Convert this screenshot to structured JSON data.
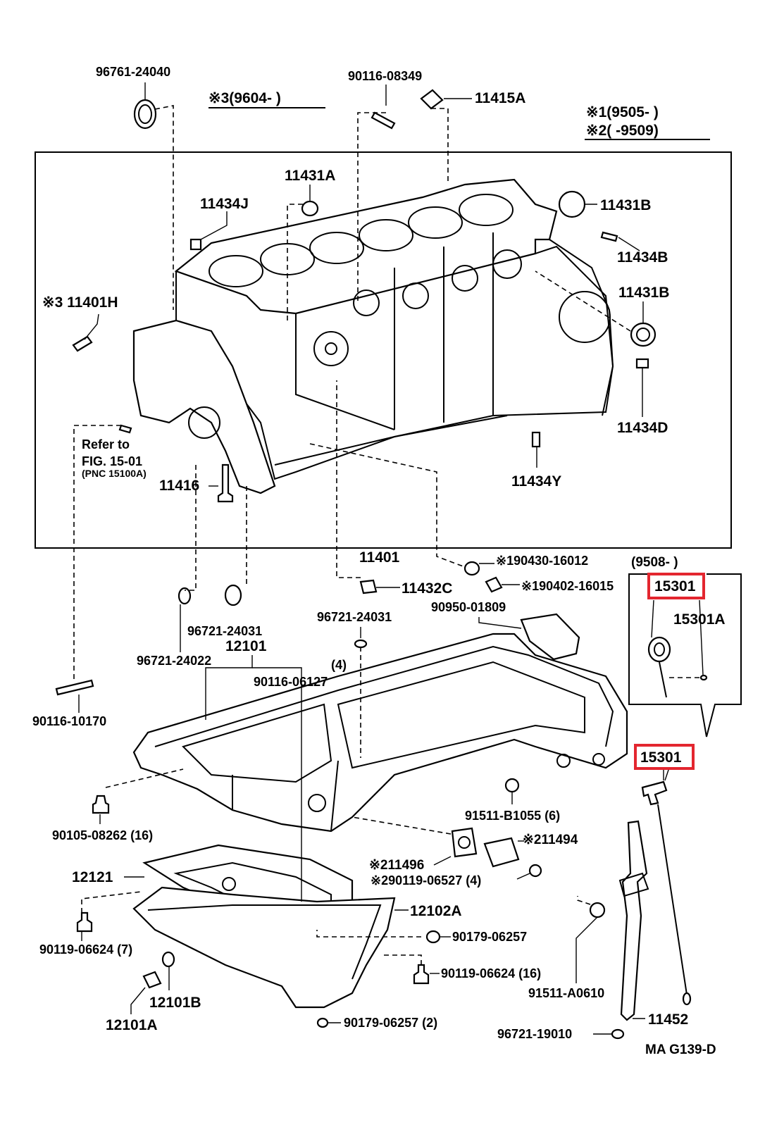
{
  "diagram": {
    "code": "MA G139-D",
    "highlight_color": "#e3262f",
    "notes": {
      "note3": "※3(9604-      )",
      "note1": "※1(9505-      )",
      "note2": "※2(      -9509)",
      "inset_range": "(9508-      )",
      "refer_line1": "Refer to",
      "refer_line2": "FIG. 15-01",
      "refer_line3": "(PNC 15100A)"
    },
    "labels": {
      "p96761_24040": "96761-24040",
      "p90116_08349": "90116-08349",
      "p11415A": "11415A",
      "p11431A": "11431A",
      "p11434J": "11434J",
      "p11431B_top": "11431B",
      "p11434B": "11434B",
      "p11431B_mid": "11431B",
      "p11401H": "※3 11401H",
      "p11434D": "11434D",
      "p11416": "11416",
      "p11434Y": "11434Y",
      "p11401": "11401",
      "p190430": "※190430-16012",
      "p190402": "※190402-16015",
      "p11432C": "11432C",
      "p15301_inset": "15301",
      "p15301A": "15301A",
      "p90950": "90950-01809",
      "p96721_24031_a": "96721-24031",
      "p96721_24031_b": "96721-24031",
      "p12101": "12101",
      "p96721_24022": "96721-24022",
      "p90116_06127": "90116-06127",
      "p90116_06127_qty": "(4)",
      "p90116_10170": "90116-10170",
      "p15301": "15301",
      "p91511_B1055": "91511-B1055 (6)",
      "p90105_08262": "90105-08262 (16)",
      "p211494": "※211494",
      "p211496": "※211496",
      "p90119_06527": "※290119-06527 (4)",
      "p12121": "12121",
      "p12102A": "12102A",
      "p90179_06257_a": "90179-06257",
      "p90119_06624_left": "90119-06624 (7)",
      "p90119_06624_right": "90119-06624 (16)",
      "p91511_A0610": "91511-A0610",
      "p12101B": "12101B",
      "p12101A": "12101A",
      "p11452": "11452",
      "p90179_06257_b": "90179-06257 (2)",
      "p96721_19010": "96721-19010"
    }
  }
}
